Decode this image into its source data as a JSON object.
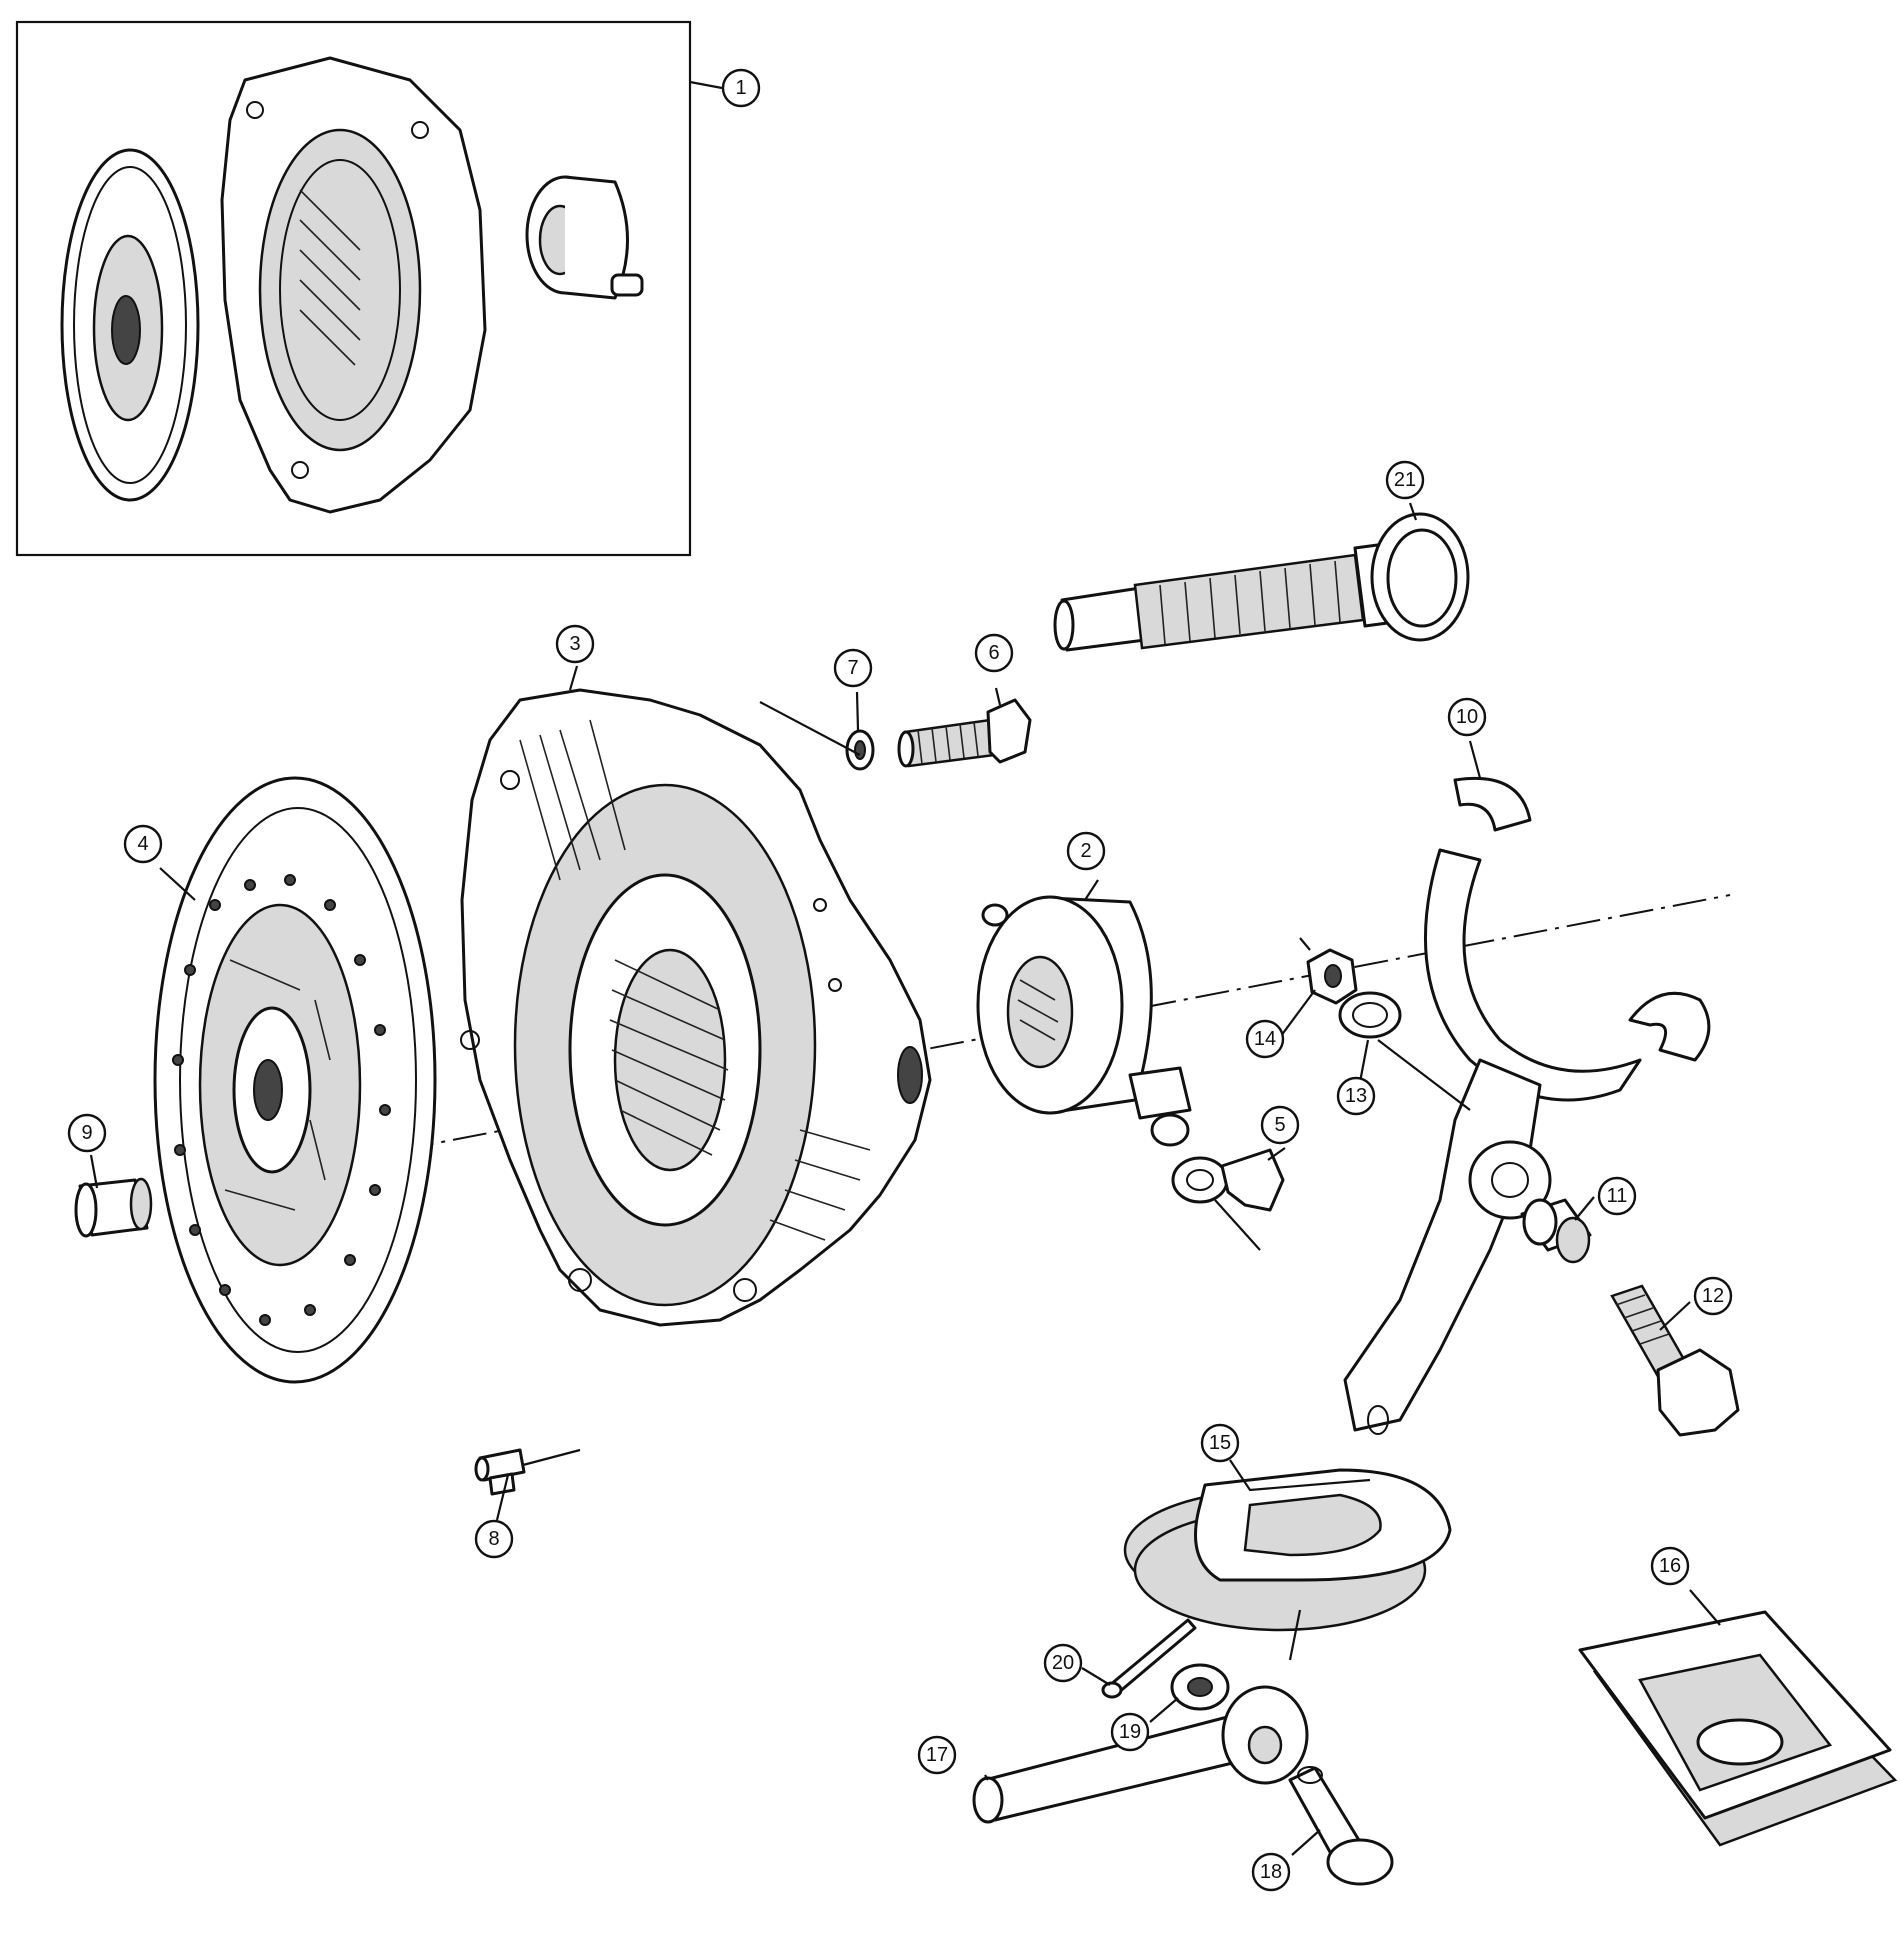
{
  "figure": {
    "callouts": [
      {
        "id": "1",
        "label": "1"
      },
      {
        "id": "2",
        "label": "2"
      },
      {
        "id": "3",
        "label": "3"
      },
      {
        "id": "4",
        "label": "4"
      },
      {
        "id": "5",
        "label": "5"
      },
      {
        "id": "6",
        "label": "6"
      },
      {
        "id": "7",
        "label": "7"
      },
      {
        "id": "8",
        "label": "8"
      },
      {
        "id": "9",
        "label": "9"
      },
      {
        "id": "10",
        "label": "10"
      },
      {
        "id": "11",
        "label": "11"
      },
      {
        "id": "12",
        "label": "12"
      },
      {
        "id": "13",
        "label": "13"
      },
      {
        "id": "14",
        "label": "14"
      },
      {
        "id": "15",
        "label": "15"
      },
      {
        "id": "16",
        "label": "16"
      },
      {
        "id": "17",
        "label": "17"
      },
      {
        "id": "18",
        "label": "18"
      },
      {
        "id": "19",
        "label": "19"
      },
      {
        "id": "20",
        "label": "20"
      },
      {
        "id": "21",
        "label": "21"
      }
    ],
    "parts": [
      "clutch-kit-inset",
      "release-bearing",
      "clutch-cover-assembly",
      "driven-plate",
      "retaining-clip",
      "bolt",
      "spring-washer",
      "dowel",
      "spigot-bush",
      "clutch-fork",
      "bush",
      "pivot-bolt",
      "washer",
      "nut",
      "gaiter",
      "rubber-boot",
      "push-rod",
      "clevis-pin",
      "plain-washer",
      "split-pin",
      "cross-shaft"
    ],
    "colors": {
      "ink": "#111111",
      "paper": "#ffffff",
      "shade": "#d9d9d9"
    }
  }
}
